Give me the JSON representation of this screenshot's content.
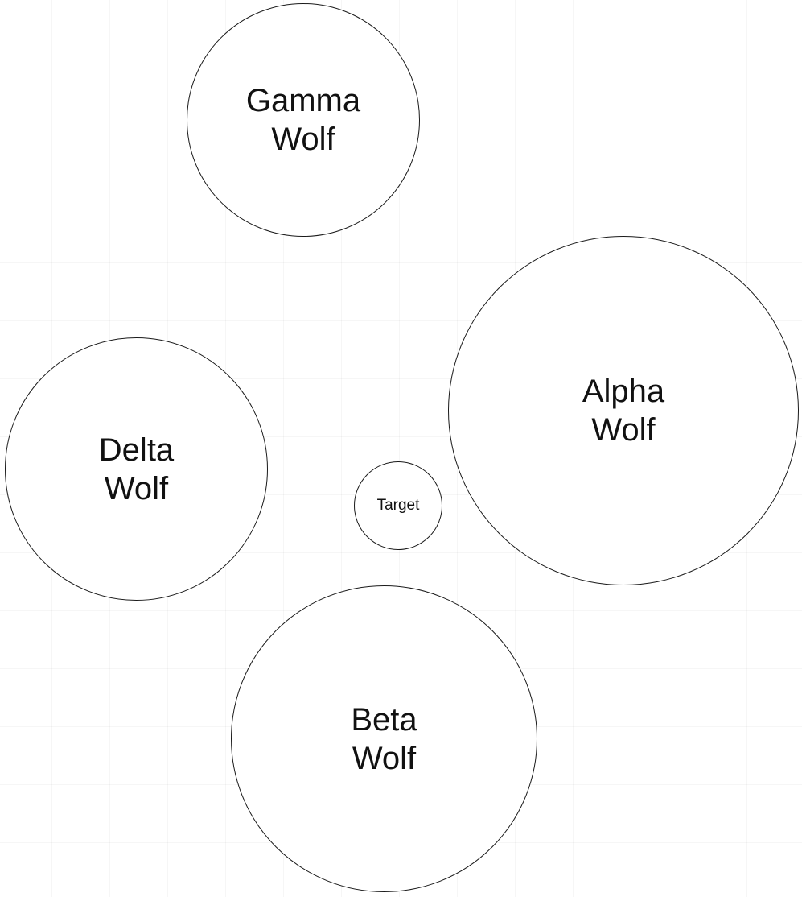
{
  "nodes": {
    "gamma": {
      "label": "Gamma\nWolf"
    },
    "alpha": {
      "label": "Alpha\nWolf"
    },
    "delta": {
      "label": "Delta\nWolf"
    },
    "target": {
      "label": "Target"
    },
    "beta": {
      "label": "Beta\nWolf"
    }
  },
  "colors": {
    "background": "#ffffff",
    "stroke": "#1a1a1a",
    "text": "#111111"
  }
}
